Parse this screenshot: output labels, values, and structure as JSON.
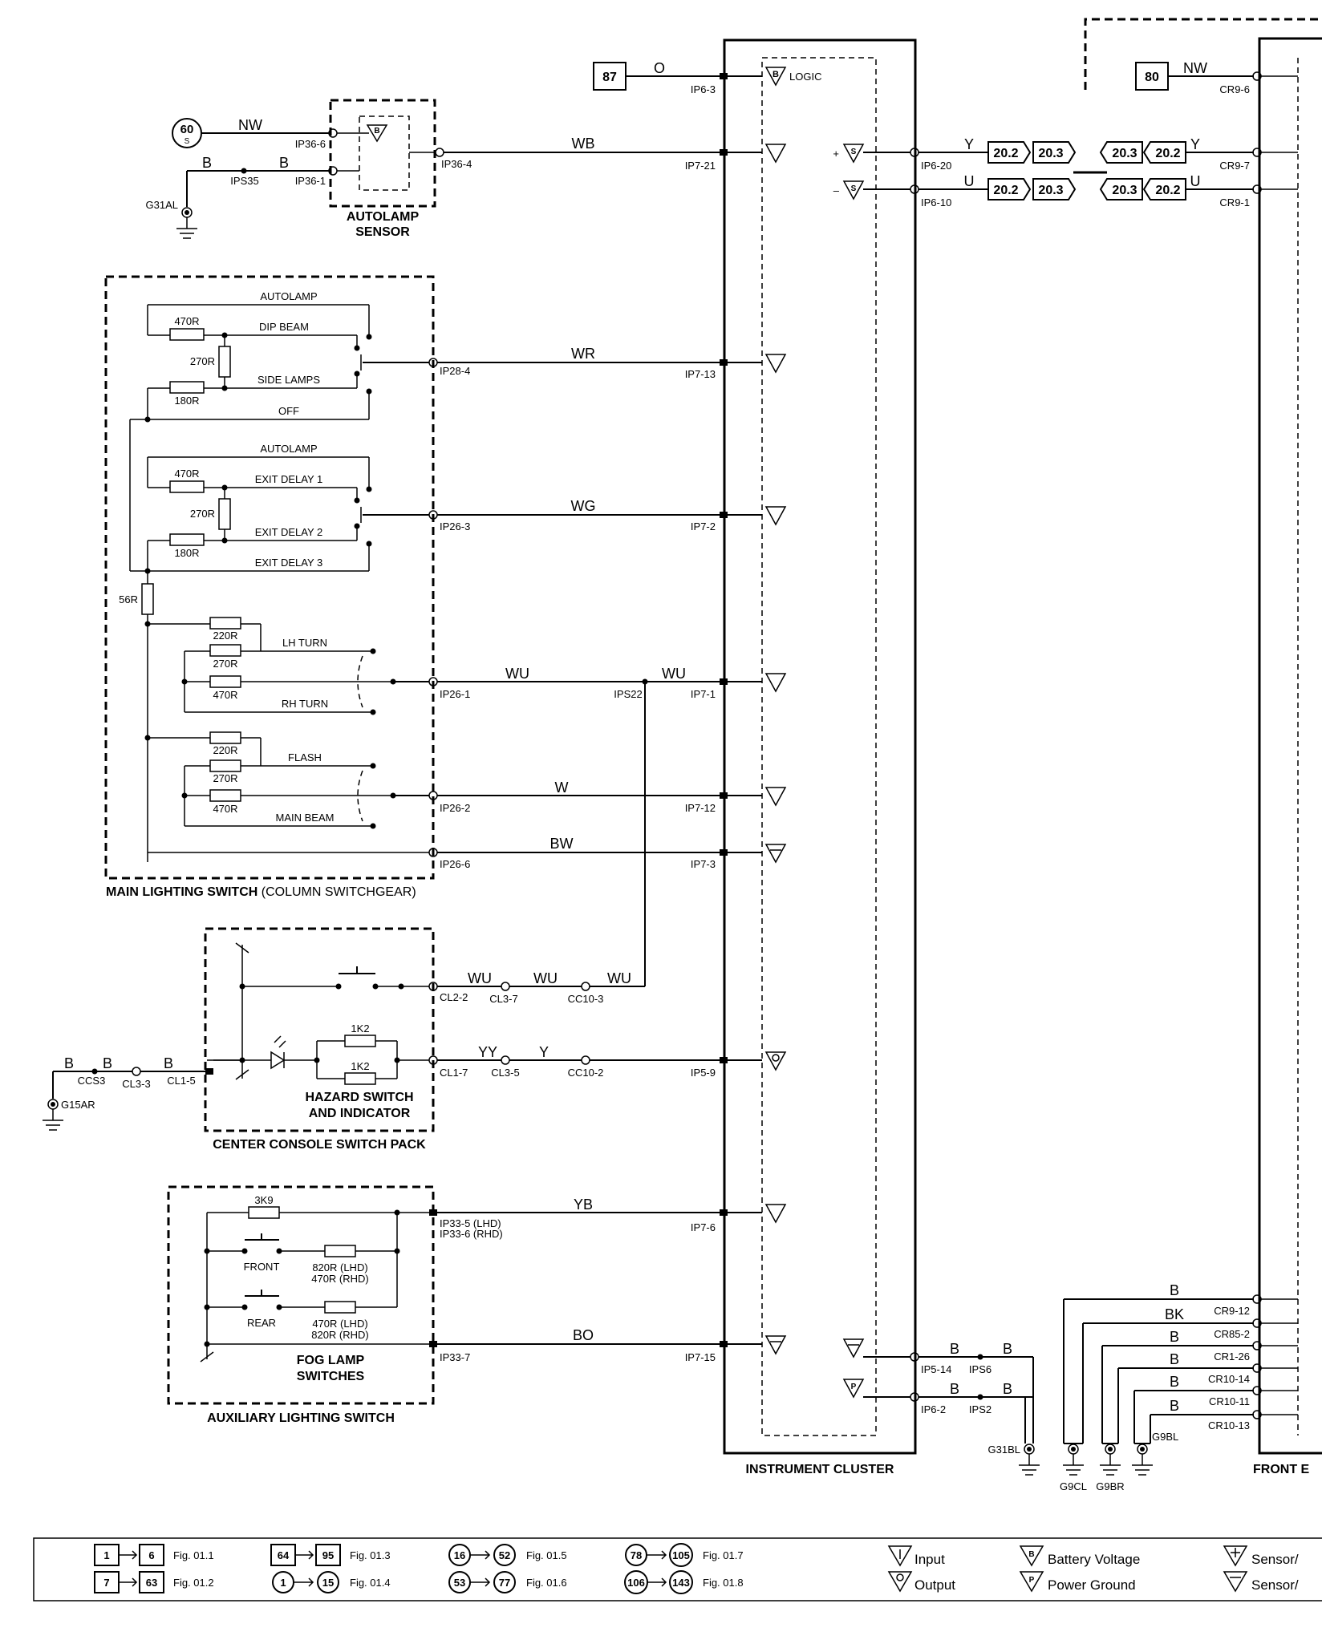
{
  "refs": {
    "r87": "87",
    "r80": "80",
    "r60": "60",
    "r60sub": "S"
  },
  "wires": {
    "o": "O",
    "nw1": "NW",
    "b1": "B",
    "b2": "B",
    "wb": "WB",
    "wr": "WR",
    "wg": "WG",
    "wu1": "WU",
    "wu2": "WU",
    "w": "W",
    "bw": "BW",
    "wu3": "WU",
    "wu4": "WU",
    "wu5": "WU",
    "yy": "YY",
    "y1": "Y",
    "b3": "B",
    "b4": "B",
    "b5": "B",
    "yb": "YB",
    "bo": "BO",
    "y2": "Y",
    "u1": "U",
    "nw2": "NW",
    "y3": "Y",
    "u2": "U",
    "b6": "B",
    "b7": "B",
    "b8": "B",
    "b9": "B",
    "rb1": "B",
    "rbk": "BK",
    "rb2": "B",
    "rb3": "B",
    "rb4": "B",
    "rb5": "B"
  },
  "connectors": {
    "ip6_3": "IP6-3",
    "ip36_6": "IP36-6",
    "ip36_1": "IP36-1",
    "ips35": "IPS35",
    "g31al": "G31AL",
    "ip36_4": "IP36-4",
    "ip7_21": "IP7-21",
    "ip6_20": "IP6-20",
    "ip6_10": "IP6-10",
    "cr9_6": "CR9-6",
    "cr9_7": "CR9-7",
    "cr9_1": "CR9-1",
    "ip28_4": "IP28-4",
    "ip7_13": "IP7-13",
    "ip26_3": "IP26-3",
    "ip7_2": "IP7-2",
    "ip26_1": "IP26-1",
    "ips22": "IPS22",
    "ip7_1": "IP7-1",
    "ip26_2": "IP26-2",
    "ip7_12": "IP7-12",
    "ip26_6": "IP26-6",
    "ip7_3": "IP7-3",
    "cl2_2": "CL2-2",
    "cl3_7": "CL3-7",
    "cc10_3": "CC10-3",
    "ccs3": "CCS3",
    "cl3_3": "CL3-3",
    "cl1_5": "CL1-5",
    "g15ar": "G15AR",
    "cl1_7": "CL1-7",
    "cl3_5": "CL3-5",
    "cc10_2": "CC10-2",
    "ip5_9": "IP5-9",
    "ip33_5": "IP33-5 (LHD)",
    "ip33_6": "IP33-6 (RHD)",
    "ip7_6": "IP7-6",
    "ip33_7": "IP33-7",
    "ip7_15": "IP7-15",
    "ip5_14": "IP5-14",
    "ips6": "IPS6",
    "ip6_2": "IP6-2",
    "ips2": "IPS2",
    "g31bl": "G31BL",
    "g9cl": "G9CL",
    "g9br": "G9BR",
    "g9bl": "G9BL",
    "cr9_12": "CR9-12",
    "cr85_2": "CR85-2",
    "cr1_26": "CR1-26",
    "cr10_14": "CR10-14",
    "cr10_11": "CR10-11",
    "cr10_13": "CR10-13"
  },
  "offpage": {
    "a1": "20.2",
    "a2": "20.3",
    "a3": "20.2",
    "a4": "20.3",
    "a5": "20.3",
    "a6": "20.2",
    "a7": "20.3",
    "a8": "20.2"
  },
  "components": {
    "autolamp_sensor_1": "AUTOLAMP",
    "autolamp_sensor_2": "SENSOR",
    "main_lighting_switch": "MAIN LIGHTING SWITCH",
    "main_lighting_switch_sub": " (COLUMN SWITCHGEAR)",
    "hazard_1": "HAZARD SWITCH",
    "hazard_2": "AND INDICATOR",
    "center_console": "CENTER CONSOLE SWITCH PACK",
    "fog_1": "FOG LAMP",
    "fog_2": "SWITCHES",
    "aux_lighting": "AUXILIARY LIGHTING SWITCH",
    "instrument_cluster": "INSTRUMENT CLUSTER",
    "front_module": "FRONT E",
    "logic": "LOGIC"
  },
  "switch_labels": {
    "autolamp1": "AUTOLAMP",
    "dip_beam": "DIP BEAM",
    "side_lamps": "SIDE LAMPS",
    "off": "OFF",
    "autolamp2": "AUTOLAMP",
    "exit1": "EXIT DELAY 1",
    "exit2": "EXIT DELAY 2",
    "exit3": "EXIT DELAY 3",
    "lh_turn": "LH TURN",
    "rh_turn": "RH TURN",
    "flash": "FLASH",
    "main_beam": "MAIN BEAM",
    "front": "FRONT",
    "rear": "REAR"
  },
  "resistors": {
    "r470a": "470R",
    "r270a": "270R",
    "r180a": "180R",
    "r470b": "470R",
    "r270b": "270R",
    "r180b": "180R",
    "r56": "56R",
    "r220a": "220R",
    "r270c": "270R",
    "r470c": "470R",
    "r220b": "220R",
    "r270d": "270R",
    "r470d": "470R",
    "r1k2a": "1K2",
    "r1k2b": "1K2",
    "r3k9": "3K9",
    "r820lhd_1": "820R (LHD)",
    "r470rhd_1": "470R (RHD)",
    "r470lhd_2": "470R (LHD)",
    "r820rhd_2": "820R (RHD)"
  },
  "legend": {
    "r1a": "1",
    "r1b": "6",
    "f1": "Fig. 01.1",
    "r2a": "7",
    "r2b": "63",
    "f2": "Fig. 01.2",
    "r3a": "64",
    "r3b": "95",
    "f3": "Fig. 01.3",
    "r4a": "1",
    "r4b": "15",
    "f4": "Fig. 01.4",
    "r5a": "16",
    "r5b": "52",
    "f5": "Fig. 01.5",
    "r6a": "53",
    "r6b": "77",
    "f6": "Fig. 01.6",
    "r7a": "78",
    "r7b": "105",
    "f7": "Fig. 01.7",
    "r8a": "106",
    "r8b": "143",
    "f8": "Fig. 01.8",
    "input": "Input",
    "output": "Output",
    "battery": "Battery Voltage",
    "pground": "Power Ground",
    "sensor_p": "Sensor/",
    "sensor_m": "Sensor/"
  }
}
